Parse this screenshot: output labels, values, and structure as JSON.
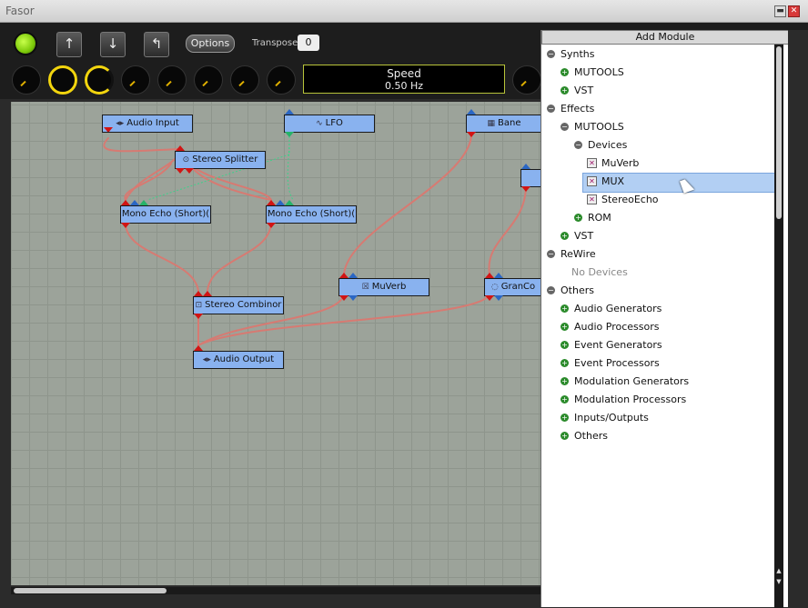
{
  "window": {
    "title": "Fasor",
    "min_glyph": "▬",
    "close_glyph": "✕"
  },
  "toolbar": {
    "options_label": "Options",
    "transpose_label": "Transpose",
    "transpose_value": "0",
    "buttons": [
      {
        "icon": "arrow-up-icon",
        "glyph": "↑"
      },
      {
        "icon": "arrow-down-icon",
        "glyph": "↓"
      },
      {
        "icon": "return-icon",
        "glyph": "↰"
      }
    ],
    "speed": {
      "label": "Speed",
      "value": "0.50 Hz"
    },
    "accent": "#f2d50e",
    "led_color": "#9be21a"
  },
  "nodes": {
    "audio_input": "Audio Input",
    "lfo": "LFO",
    "bane": "Bane",
    "stereo_splitter": "Stereo Splitter",
    "mono_echo_1": "Mono Echo (Short)(",
    "mono_echo_2": "Mono Echo (Short)(",
    "muverb": "MuVerb",
    "grancc": "GranCo",
    "stereo_combiner": "Stereo Combinor",
    "audio_output": "Audio Output"
  },
  "panel": {
    "header": "Add Module",
    "tree": [
      {
        "label": "Synths",
        "exp": "−"
      },
      {
        "label": "MUTOOLS",
        "exp": "+"
      },
      {
        "label": "VST",
        "exp": "+"
      },
      {
        "label": "Effects",
        "exp": "−"
      },
      {
        "label": "MUTOOLS",
        "exp": "−"
      },
      {
        "label": "Devices",
        "exp": "−"
      },
      {
        "label": "MuVerb",
        "chk": "✕"
      },
      {
        "label": "MUX",
        "chk": "✕"
      },
      {
        "label": "StereoEcho",
        "chk": "✕"
      },
      {
        "label": "ROM",
        "exp": "+"
      },
      {
        "label": "VST",
        "exp": "+"
      },
      {
        "label": "ReWire",
        "exp": "−"
      },
      {
        "label": "No Devices"
      },
      {
        "label": "Others",
        "exp": "−"
      },
      {
        "label": "Audio Generators",
        "exp": "+"
      },
      {
        "label": "Audio Processors",
        "exp": "+"
      },
      {
        "label": "Event Generators",
        "exp": "+"
      },
      {
        "label": "Event Processors",
        "exp": "+"
      },
      {
        "label": "Modulation Generators",
        "exp": "+"
      },
      {
        "label": "Modulation Processors",
        "exp": "+"
      },
      {
        "label": "Inputs/Outputs",
        "exp": "+"
      },
      {
        "label": "Others",
        "exp": "+"
      }
    ],
    "selected": "MUX",
    "scroll_up": "▲",
    "scroll_down": "▼"
  }
}
